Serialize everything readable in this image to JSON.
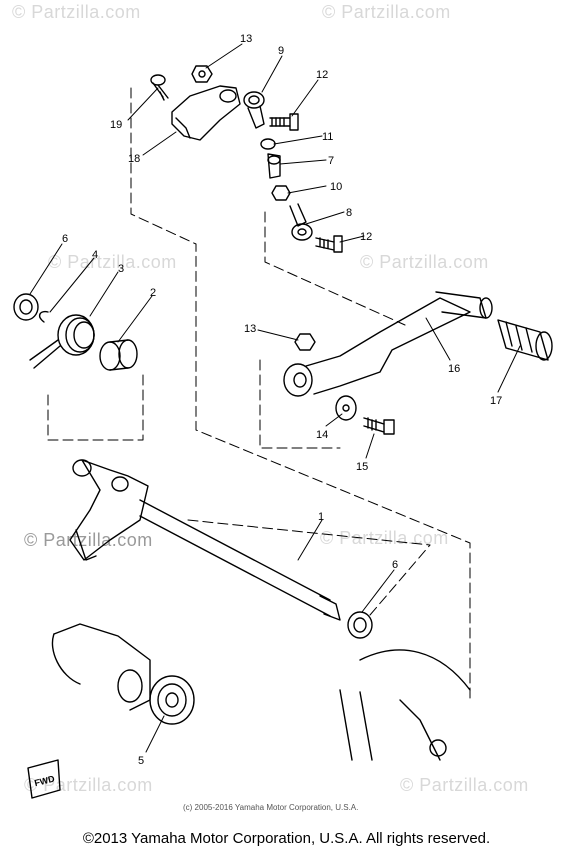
{
  "watermark": {
    "text": "© Partzilla.com"
  },
  "callouts": [
    {
      "id": "c13a",
      "label": "13"
    },
    {
      "id": "c9",
      "label": "9"
    },
    {
      "id": "c12a",
      "label": "12"
    },
    {
      "id": "c19",
      "label": "19"
    },
    {
      "id": "c18",
      "label": "18"
    },
    {
      "id": "c11",
      "label": "11"
    },
    {
      "id": "c7",
      "label": "7"
    },
    {
      "id": "c10",
      "label": "10"
    },
    {
      "id": "c8",
      "label": "8"
    },
    {
      "id": "c12b",
      "label": "12"
    },
    {
      "id": "c6a",
      "label": "6"
    },
    {
      "id": "c4",
      "label": "4"
    },
    {
      "id": "c3",
      "label": "3"
    },
    {
      "id": "c2",
      "label": "2"
    },
    {
      "id": "c13b",
      "label": "13"
    },
    {
      "id": "c16",
      "label": "16"
    },
    {
      "id": "c17",
      "label": "17"
    },
    {
      "id": "c14",
      "label": "14"
    },
    {
      "id": "c15",
      "label": "15"
    },
    {
      "id": "c1",
      "label": "1"
    },
    {
      "id": "c6b",
      "label": "6"
    },
    {
      "id": "c5",
      "label": "5"
    }
  ],
  "fwd_label": "FWD",
  "small_copyright": "(c) 2005-2016 Yamaha Motor Corporation, U.S.A.",
  "footer": "©2013 Yamaha Motor Corporation, U.S.A. All rights reserved."
}
